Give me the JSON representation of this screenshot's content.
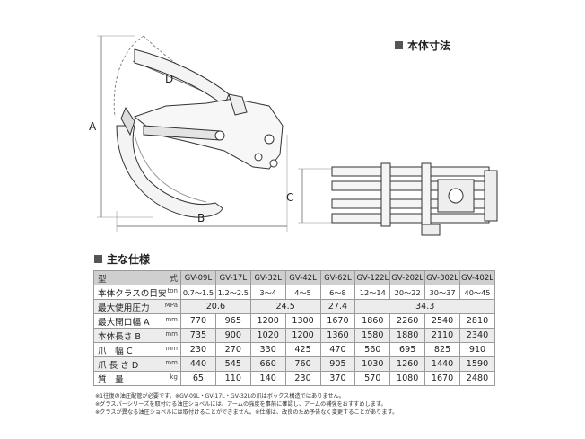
{
  "section_dimensions": "本体寸法",
  "section_specs": "主な仕様",
  "dim_labels": {
    "a": "A",
    "b": "B",
    "c": "C",
    "d": "D"
  },
  "table": {
    "header": {
      "label": "型",
      "unit": "式",
      "models": [
        "GV-09L",
        "GV-17L",
        "GV-32L",
        "GV-42L",
        "GV-62L",
        "GV-122L",
        "GV-202L",
        "GV-302L",
        "GV-402L"
      ]
    },
    "class_row": {
      "label": "本体クラスの目安",
      "unit": "ton",
      "values": [
        "0.7〜1.5",
        "1.2〜2.5",
        "3〜4",
        "4〜5",
        "6〜8",
        "12〜14",
        "20〜22",
        "30〜37",
        "40〜45"
      ]
    },
    "pressure_row": {
      "label": "最大使用圧力",
      "unit": "MPa",
      "values": [
        "20.6",
        "24.5",
        "27.4",
        "34.3"
      ]
    },
    "rows": [
      {
        "label": "最大開口幅 A",
        "unit": "mm",
        "values": [
          "770",
          "965",
          "1200",
          "1300",
          "1670",
          "1860",
          "2260",
          "2540",
          "2810"
        ]
      },
      {
        "label": "本体長さ B",
        "unit": "mm",
        "values": [
          "735",
          "900",
          "1020",
          "1200",
          "1360",
          "1580",
          "1880",
          "2110",
          "2340"
        ]
      },
      {
        "label": "爪　幅 C",
        "unit": "mm",
        "values": [
          "230",
          "270",
          "330",
          "425",
          "470",
          "560",
          "695",
          "825",
          "910"
        ]
      },
      {
        "label": "爪 長 さ D",
        "unit": "mm",
        "values": [
          "440",
          "545",
          "660",
          "760",
          "905",
          "1030",
          "1260",
          "1440",
          "1590"
        ]
      },
      {
        "label": "質　量",
        "unit": "kg",
        "values": [
          "65",
          "110",
          "140",
          "230",
          "370",
          "570",
          "1080",
          "1670",
          "2480"
        ]
      }
    ]
  },
  "notes": [
    "※1往復の油圧配管が必要です。※GV-09L・GV-17L・GV-32Lの爪はボックス構造ではありません。",
    "※グラスパーシリーズを取付ける油圧ショベルには、アームの強度を事前に確認し、アームの補強をおすすめします。",
    "※クラスが異なる油圧ショベルには取付けることができません。※仕様は、改良のため予告なく変更することがあります。"
  ]
}
